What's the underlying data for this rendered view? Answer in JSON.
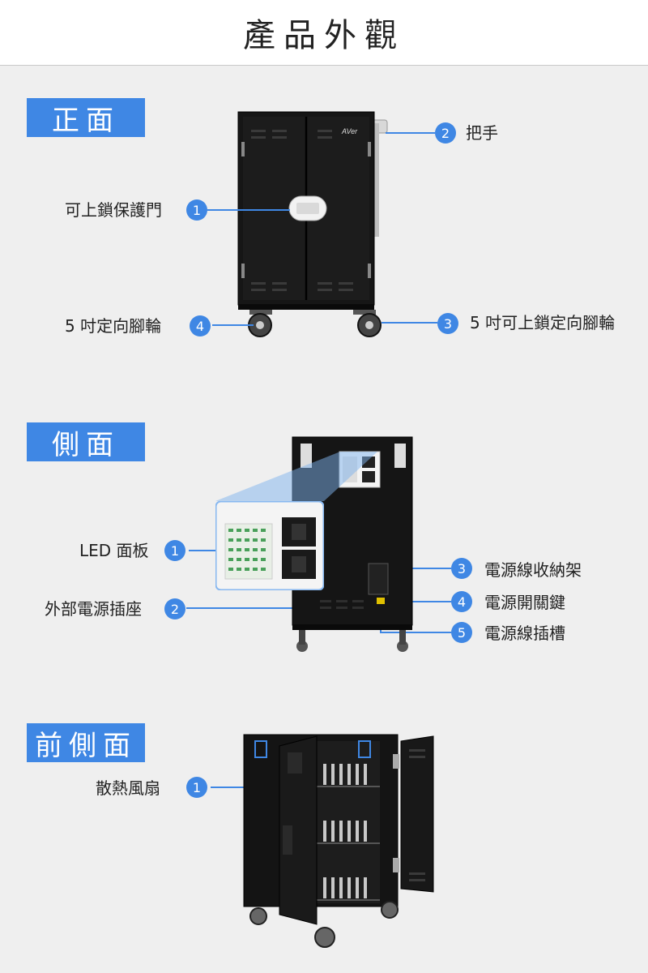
{
  "page_title": "產品外觀",
  "colors": {
    "accent": "#3f87e4",
    "cabinet": "#161616",
    "background": "#efefef"
  },
  "sections": [
    {
      "title": "正面",
      "callouts": [
        {
          "number": "1",
          "label": "可上鎖保護門"
        },
        {
          "number": "2",
          "label": "把手"
        },
        {
          "number": "3",
          "label": "5 吋可上鎖定向腳輪"
        },
        {
          "number": "4",
          "label": "5 吋定向腳輪"
        }
      ],
      "logo_text": "AVer"
    },
    {
      "title": "側面",
      "callouts": [
        {
          "number": "1",
          "label": "LED 面板"
        },
        {
          "number": "2",
          "label": "外部電源插座"
        },
        {
          "number": "3",
          "label": "電源線收納架"
        },
        {
          "number": "4",
          "label": "電源開關鍵"
        },
        {
          "number": "5",
          "label": "電源線插槽"
        }
      ]
    },
    {
      "title": "前側面",
      "callouts": [
        {
          "number": "1",
          "label": "散熱風扇"
        }
      ]
    }
  ]
}
